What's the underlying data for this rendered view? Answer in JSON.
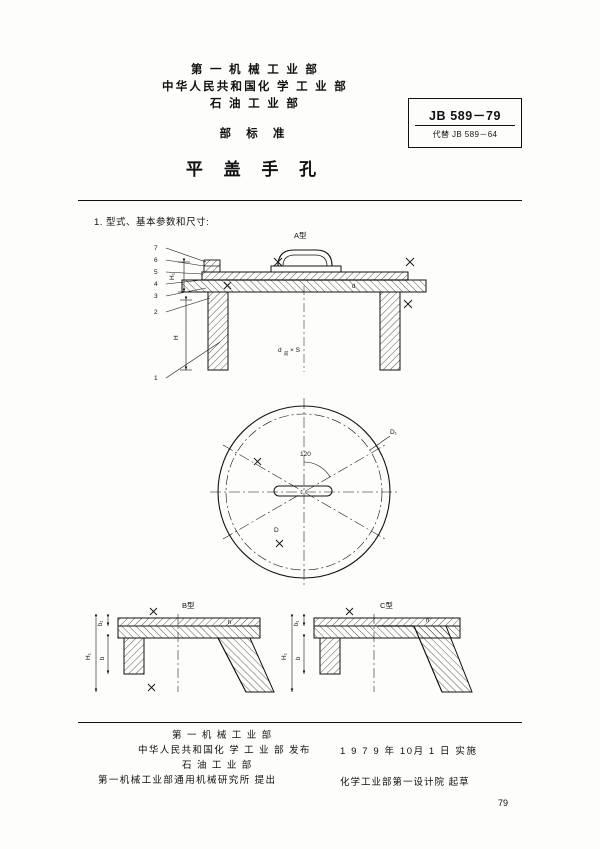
{
  "header": {
    "org_lines": [
      "第 一 机 械 工 业 部",
      "中华人民共和国化 学 工 业 部",
      "石 油 工 业 部"
    ],
    "subtitle": "部 标 准",
    "title": "平 盖 手 孔",
    "std_number": "JB 589－79",
    "std_replaces": "代替 JB 589－64"
  },
  "section": {
    "item1": "1.  型式、基本参数和尺寸:"
  },
  "drawing": {
    "type_a_label": "A型",
    "type_b_label": "B型",
    "type_c_label": "C型",
    "callouts": [
      "1",
      "2",
      "3",
      "4",
      "5",
      "6",
      "7"
    ],
    "dims": {
      "h1": "H₁",
      "h": "H",
      "h_small": "h",
      "b": "b",
      "b1": "b₁",
      "d_thread": "d前 × S",
      "d1": "D₁",
      "d": "D",
      "angle_120": "120",
      "x_mark": "✕"
    }
  },
  "footer": {
    "left": [
      "第 一 机 械 工 业 部",
      "中华人民共和国化 学 工 业 部     发布",
      "石 油 工 业 部",
      "第一机械工业部通用机械研究所   提出"
    ],
    "right": [
      "1 9 7 9 年 10月 1 日   实施",
      "化学工业部第一设计院   起草"
    ],
    "page_number": "79"
  }
}
